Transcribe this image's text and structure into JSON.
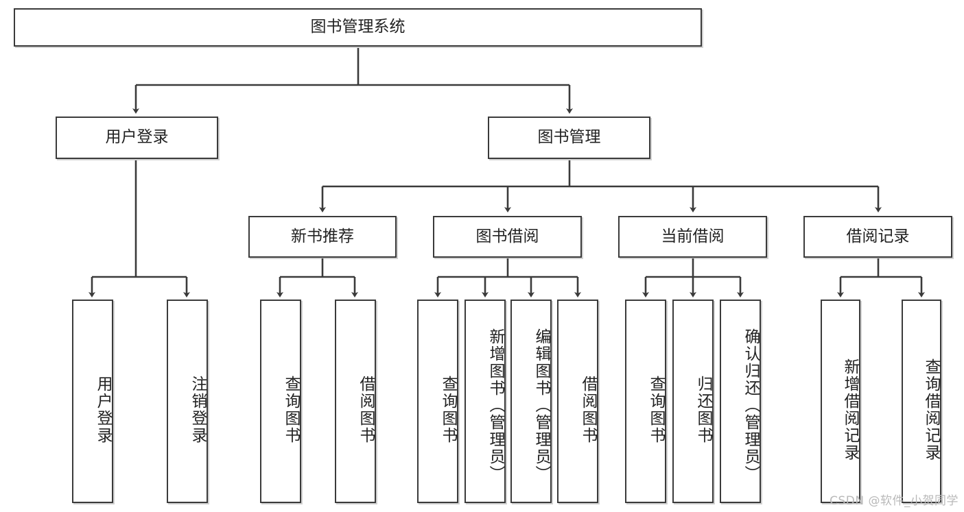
{
  "diagram": {
    "type": "tree-hierarchy",
    "title": "图书管理系统",
    "root": {
      "label": "图书管理系统"
    },
    "level2": [
      {
        "label": "用户登录"
      },
      {
        "label": "图书管理"
      }
    ],
    "level3": [
      {
        "label": "新书推荐"
      },
      {
        "label": "图书借阅"
      },
      {
        "label": "当前借阅"
      },
      {
        "label": "借阅记录"
      }
    ],
    "leaves": {
      "user_login": [
        {
          "label": "用户登录"
        },
        {
          "label": "注销登录"
        }
      ],
      "new_book_recommend": [
        {
          "label": "查询图书"
        },
        {
          "label": "借阅图书"
        }
      ],
      "book_borrow": [
        {
          "label": "查询图书"
        },
        {
          "label": "新增图书（管理员）"
        },
        {
          "label": "编辑图书（管理员）"
        },
        {
          "label": "借阅图书"
        }
      ],
      "current_borrow": [
        {
          "label": "查询图书"
        },
        {
          "label": "归还图书"
        },
        {
          "label": "确认归还（管理员）"
        }
      ],
      "borrow_record": [
        {
          "label": "新增借阅记录"
        },
        {
          "label": "查询借阅记录"
        }
      ]
    }
  },
  "watermark": {
    "text": "CSDN @软件_小贺同学"
  },
  "colors": {
    "border": "#3a3a3a",
    "text": "#222222",
    "background": "#ffffff",
    "watermark": "#b9b9b9"
  }
}
